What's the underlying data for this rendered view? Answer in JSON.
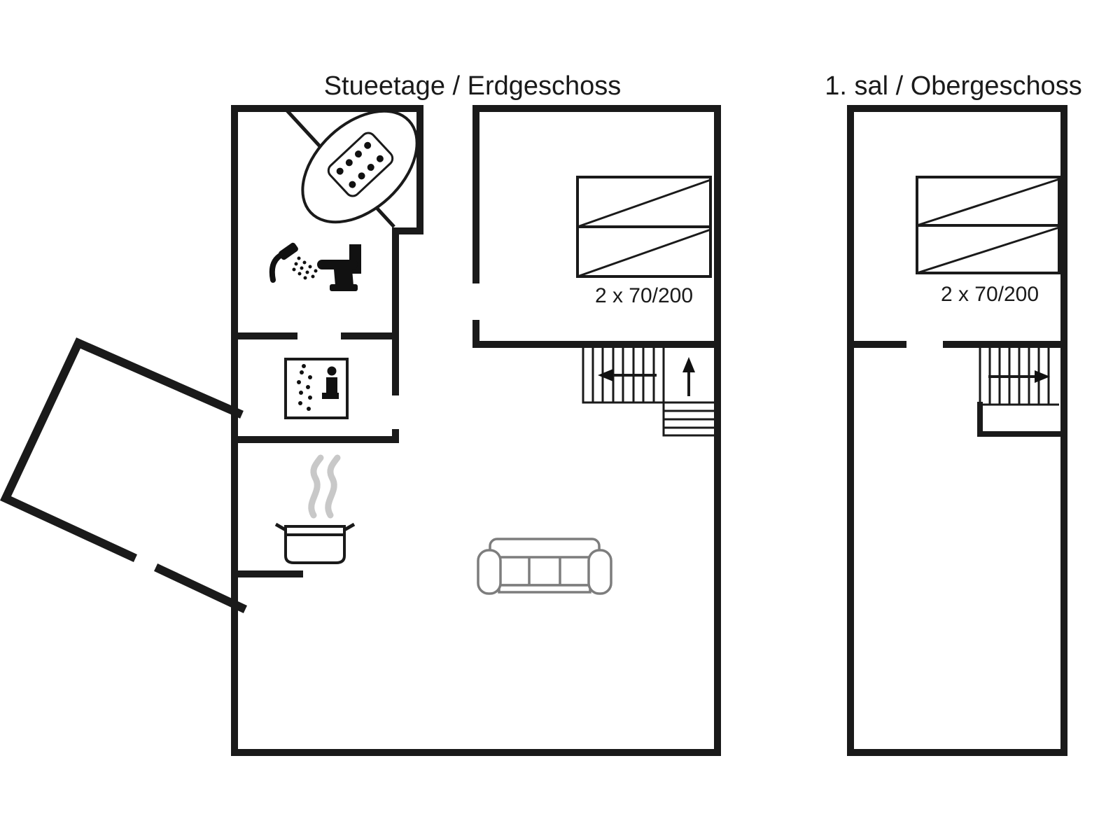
{
  "diagram": {
    "type": "floor-plan",
    "background": "#ffffff",
    "wall_color": "#1a1a1a",
    "furniture_color": "#7d7d7d",
    "steam_color": "#c8c8c8"
  },
  "floors": [
    {
      "title": "Stueetage / Erdgeschoss",
      "bed_label": "2 x 70/200",
      "icons": [
        "corner-bathtub-icon",
        "shower-icon",
        "toilet-icon",
        "washing-machine-icon",
        "cooking-pot-icon",
        "steam-icon",
        "sofa-icon",
        "double-bed-icon",
        "staircase-icon",
        "entrance-porch-walls"
      ]
    },
    {
      "title": "1. sal / Obergeschoss",
      "bed_label": "2 x 70/200",
      "icons": [
        "double-bed-icon",
        "staircase-icon"
      ]
    }
  ]
}
